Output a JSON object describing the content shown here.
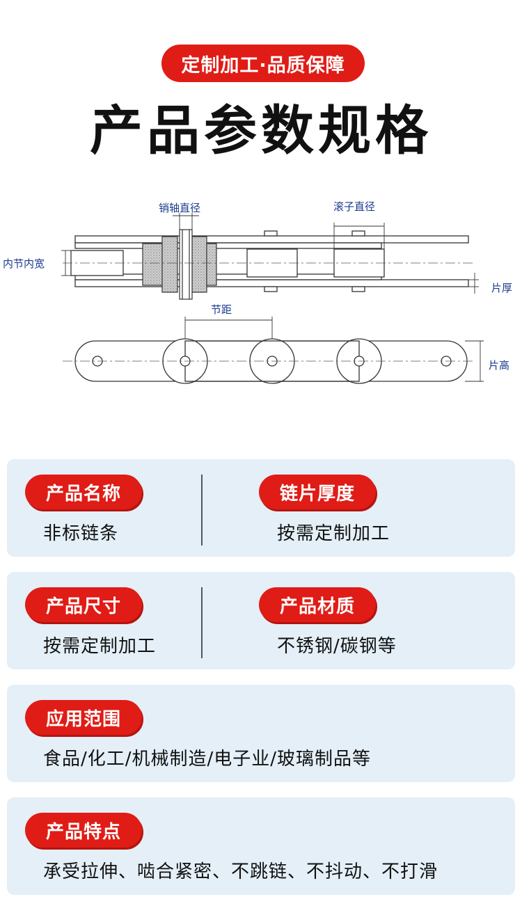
{
  "header": {
    "badge": "定制加工·品质保障",
    "title": "产品参数规格"
  },
  "diagram": {
    "labels": {
      "pin_diameter": "销轴直径",
      "roller_diameter": "滚子直径",
      "inner_width": "内节内宽",
      "plate_thickness": "片厚",
      "pitch": "节距",
      "plate_height": "片高"
    }
  },
  "specs": {
    "row1": {
      "left_tag": "产品名称",
      "left_value": "非标链条",
      "right_tag": "链片厚度",
      "right_value": "按需定制加工"
    },
    "row2": {
      "left_tag": "产品尺寸",
      "left_value": "按需定制加工",
      "right_tag": "产品材质",
      "right_value": "不锈钢/碳钢等"
    },
    "row3": {
      "tag": "应用范围",
      "value": "食品/化工/机械制造/电子业/玻璃制品等"
    },
    "row4": {
      "tag": "产品特点",
      "value": "承受拉伸、啮合紧密、不跳链、不抖动、不打滑"
    }
  },
  "colors": {
    "accent": "#e01c16",
    "card_bg": "#e4eff7",
    "label_blue": "#1a3a8f"
  }
}
